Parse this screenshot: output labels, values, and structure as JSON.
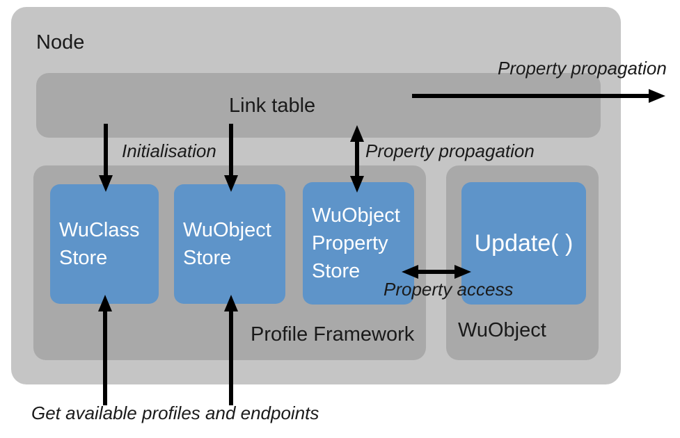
{
  "colors": {
    "node_bg": "#c5c5c5",
    "panel_bg": "#a9a9a9",
    "box_bg": "#5e94c9",
    "box_text": "#ffffff",
    "text": "#1a1a1a",
    "arrow": "#000000",
    "page_bg": "#ffffff"
  },
  "node": {
    "label": "Node"
  },
  "link_table": {
    "label": "Link table"
  },
  "containers": {
    "profile_framework": {
      "label": "Profile Framework"
    },
    "wuobject": {
      "label": "WuObject"
    }
  },
  "boxes": {
    "wuclass_store": {
      "label": "WuClass\nStore"
    },
    "wuobject_store": {
      "label": "WuObject\nStore"
    },
    "wuobject_property_store": {
      "label": "WuObject\nProperty\nStore"
    },
    "update": {
      "label": "Update( )"
    }
  },
  "annotations": {
    "property_propagation_top": "Property propagation",
    "initialisation": "Initialisation",
    "property_propagation_mid": "Property propagation",
    "property_access": "Property access",
    "get_available_profiles": "Get available profiles and endpoints"
  }
}
